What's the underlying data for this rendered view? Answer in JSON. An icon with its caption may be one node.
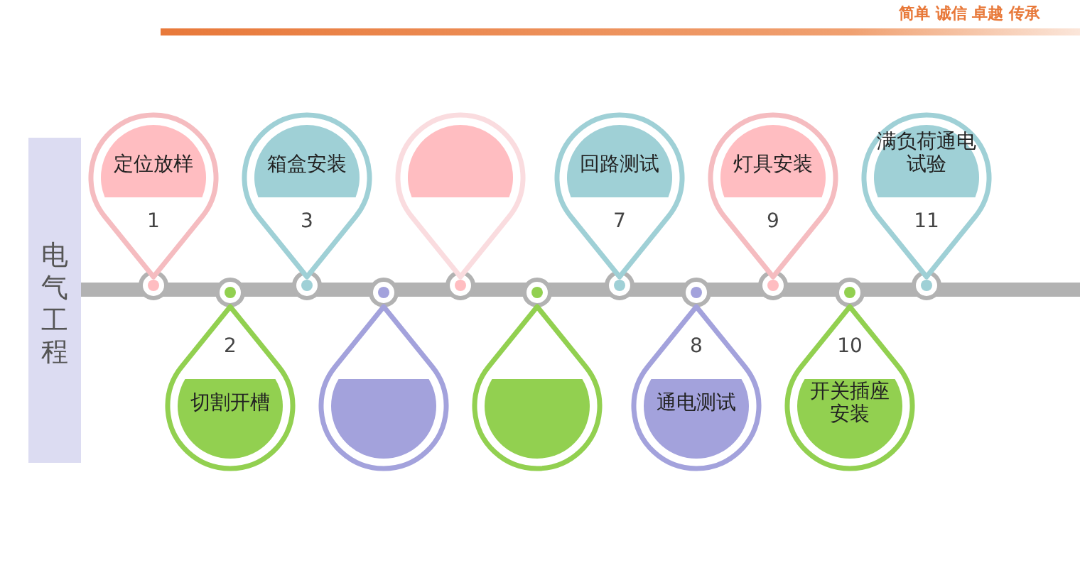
{
  "diagram": {
    "nodes": [
      {
        "text": [
          "电气工程"
        ]
      },
      {
        "text": [
          "定位放样",
          "1"
        ]
      },
      {
        "text": [
          "2",
          "切割开槽"
        ]
      },
      {
        "text": [
          "箱盒安装",
          "3"
        ]
      },
      {
        "text": [],
        "shape": "drop"
      },
      {
        "text": [],
        "shape": "drop"
      },
      {
        "text": [],
        "shape": "drop"
      },
      {
        "text": [
          "回路测试",
          "7"
        ]
      },
      {
        "text": [
          "8",
          "通电测试"
        ]
      },
      {
        "text": [
          "灯具安装",
          "9"
        ]
      },
      {
        "text": [
          "10",
          "开关插座安装"
        ]
      },
      {
        "text": [
          "满负荷通电试验",
          "11"
        ]
      }
    ],
    "labels": [
      "简单 诚信 卓越 传承"
    ]
  }
}
